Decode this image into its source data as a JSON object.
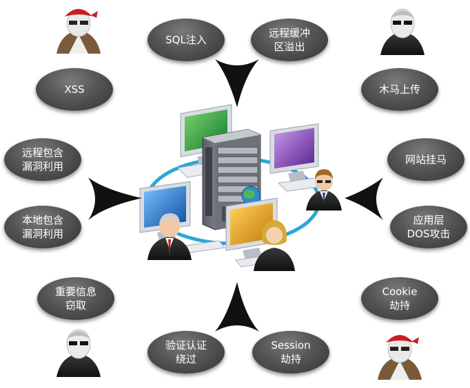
{
  "bubbles": [
    {
      "id": "sql-injection",
      "lines": [
        "SQL注入"
      ]
    },
    {
      "id": "buffer-overflow",
      "lines": [
        "远程缓冲",
        "区溢出"
      ]
    },
    {
      "id": "xss",
      "lines": [
        "XSS"
      ]
    },
    {
      "id": "trojan-upload",
      "lines": [
        "木马上传"
      ]
    },
    {
      "id": "remote-file-inclusion",
      "lines": [
        "远程包含",
        "漏洞利用"
      ]
    },
    {
      "id": "website-trojan",
      "lines": [
        "网站挂马"
      ]
    },
    {
      "id": "local-file-inclusion",
      "lines": [
        "本地包含",
        "漏洞利用"
      ]
    },
    {
      "id": "app-layer-dos",
      "lines": [
        "应用层",
        "DOS攻击"
      ]
    },
    {
      "id": "info-theft",
      "lines": [
        "重要信息",
        "窃取"
      ]
    },
    {
      "id": "cookie-hijack",
      "lines": [
        "Cookie",
        "劫持"
      ]
    },
    {
      "id": "auth-bypass",
      "lines": [
        "验证认证",
        "绕过"
      ]
    },
    {
      "id": "session-hijack",
      "lines": [
        "Session",
        "劫持"
      ]
    }
  ],
  "icons": {
    "pirate_hacker": "pirate-hacker-icon",
    "masked_hacker": "masked-hacker-icon",
    "server": "server-tower-icon",
    "monitor": "monitor-icon",
    "user": "user-avatar-icon",
    "arrow": "arrowhead-icon"
  },
  "colors": {
    "bubble": "#555555",
    "bubble_text": "#ffffff",
    "arrow": "#111111",
    "ring": "#2aa6d6",
    "monitor_green": "#1f9a3a",
    "monitor_blue": "#1f73c9",
    "monitor_purple": "#7a3fb0",
    "monitor_orange": "#e0a21a"
  }
}
